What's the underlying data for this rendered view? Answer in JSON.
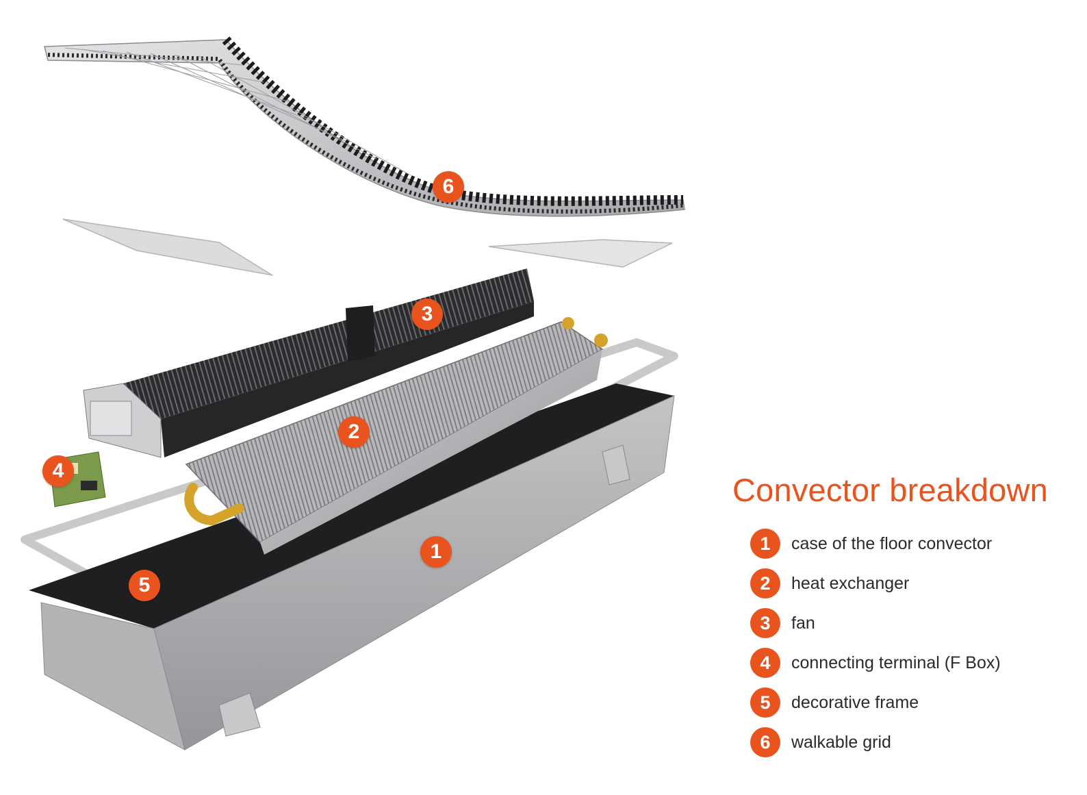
{
  "colors": {
    "accent": "#e8531e",
    "text": "#2a2a2a"
  },
  "legend": {
    "title": "Convector breakdown",
    "items": [
      {
        "num": "1",
        "label": "case of the floor convector"
      },
      {
        "num": "2",
        "label": "heat exchanger"
      },
      {
        "num": "3",
        "label": "fan"
      },
      {
        "num": "4",
        "label": "connecting terminal (F Box)"
      },
      {
        "num": "5",
        "label": "decorative frame"
      },
      {
        "num": "6",
        "label": "walkable grid"
      }
    ]
  },
  "callouts": [
    "1",
    "2",
    "3",
    "4",
    "5",
    "6"
  ]
}
